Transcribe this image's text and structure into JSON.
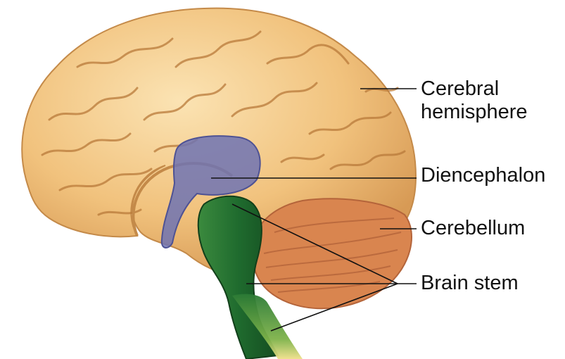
{
  "labels": {
    "cerebral_line1": "Cerebral",
    "cerebral_line2": "hemisphere",
    "diencephalon": "Diencephalon",
    "cerebellum": "Cerebellum",
    "brain_stem": "Brain stem"
  },
  "colors": {
    "cerebrum": "#f1c27d",
    "cerebrum_shadow": "#d79a55",
    "gyrus_line": "#b97a3a",
    "diencephalon": "#6f73b3",
    "cerebellum": "#d9854f",
    "brain_stem": "#1f6b2e",
    "spinal_cord": "#e8d34a",
    "leader_line": "#111111"
  }
}
